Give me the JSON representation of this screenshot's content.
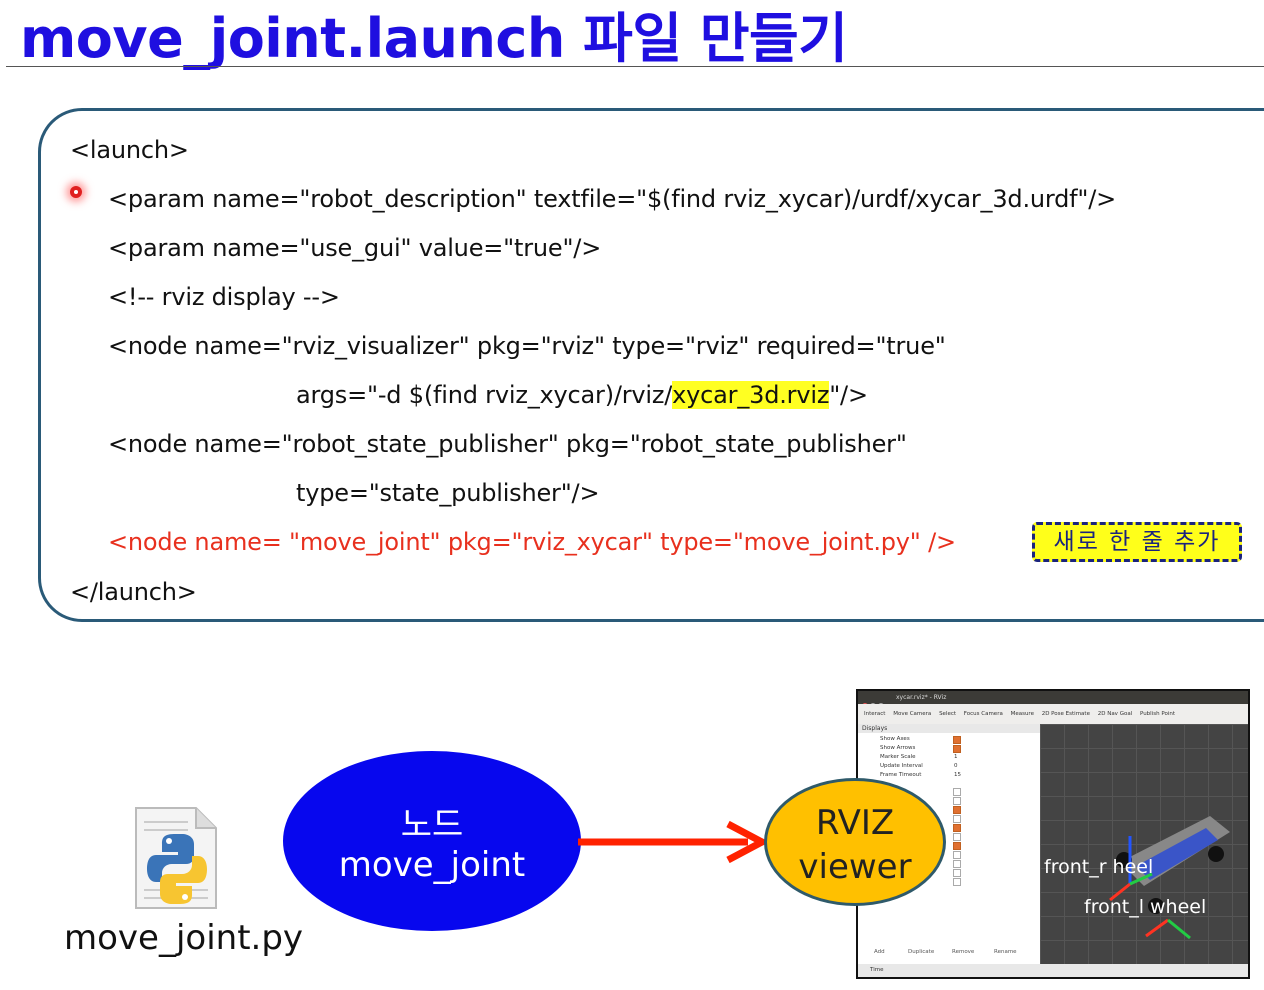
{
  "title": "move_joint.launch 파일 만들기",
  "code": {
    "lines": [
      "<launch>",
      "<param name=\"robot_description\" textfile=\"$(find rviz_xycar)/urdf/xycar_3d.urdf\"/>",
      "<param name=\"use_gui\" value=\"true\"/>",
      "<!-- rviz display -->",
      "<node name=\"rviz_visualizer\" pkg=\"rviz\" type=\"rviz\" required=\"true\"",
      "type=\"state_publisher\"/>",
      "<node name=\"robot_state_publisher\" pkg=\"robot_state_publisher\"",
      "<node name= \"move_joint\" pkg=\"rviz_xycar\" type=\"move_joint.py\" />",
      "</launch>"
    ],
    "args_prefix": "args=\"-d $(find rviz_xycar)/rviz/",
    "args_highlight": "xycar_3d.rviz",
    "args_suffix": "\"/>",
    "new_line_badge": "새로 한 줄 추가"
  },
  "diagram": {
    "file_label": "move_joint.py",
    "node_title": "노드",
    "node_name": "move_joint",
    "viewer_line1": "RVIZ",
    "viewer_line2": "viewer",
    "node_color": "#0707ee",
    "viewer_color": "#ffc000",
    "arrow_color": "#ff2200"
  },
  "rviz_screenshot": {
    "window_title": "xycar.rviz* - RViz",
    "toolbar": [
      "Interact",
      "Move Camera",
      "Select",
      "Focus Camera",
      "Measure",
      "2D Pose Estimate",
      "2D Nav Goal",
      "Publish Point"
    ],
    "panel_title": "Displays",
    "properties": [
      {
        "name": "Show Axes",
        "value": ""
      },
      {
        "name": "Show Arrows",
        "value": ""
      },
      {
        "name": "Marker Scale",
        "value": "1"
      },
      {
        "name": "Update Interval",
        "value": "0"
      },
      {
        "name": "Frame Timeout",
        "value": "15"
      }
    ],
    "buttons": [
      "Add",
      "Duplicate",
      "Remove",
      "Rename"
    ],
    "status": "Time",
    "view_label_1": "front_r    heel",
    "view_label_2": "front_l    wheel"
  }
}
